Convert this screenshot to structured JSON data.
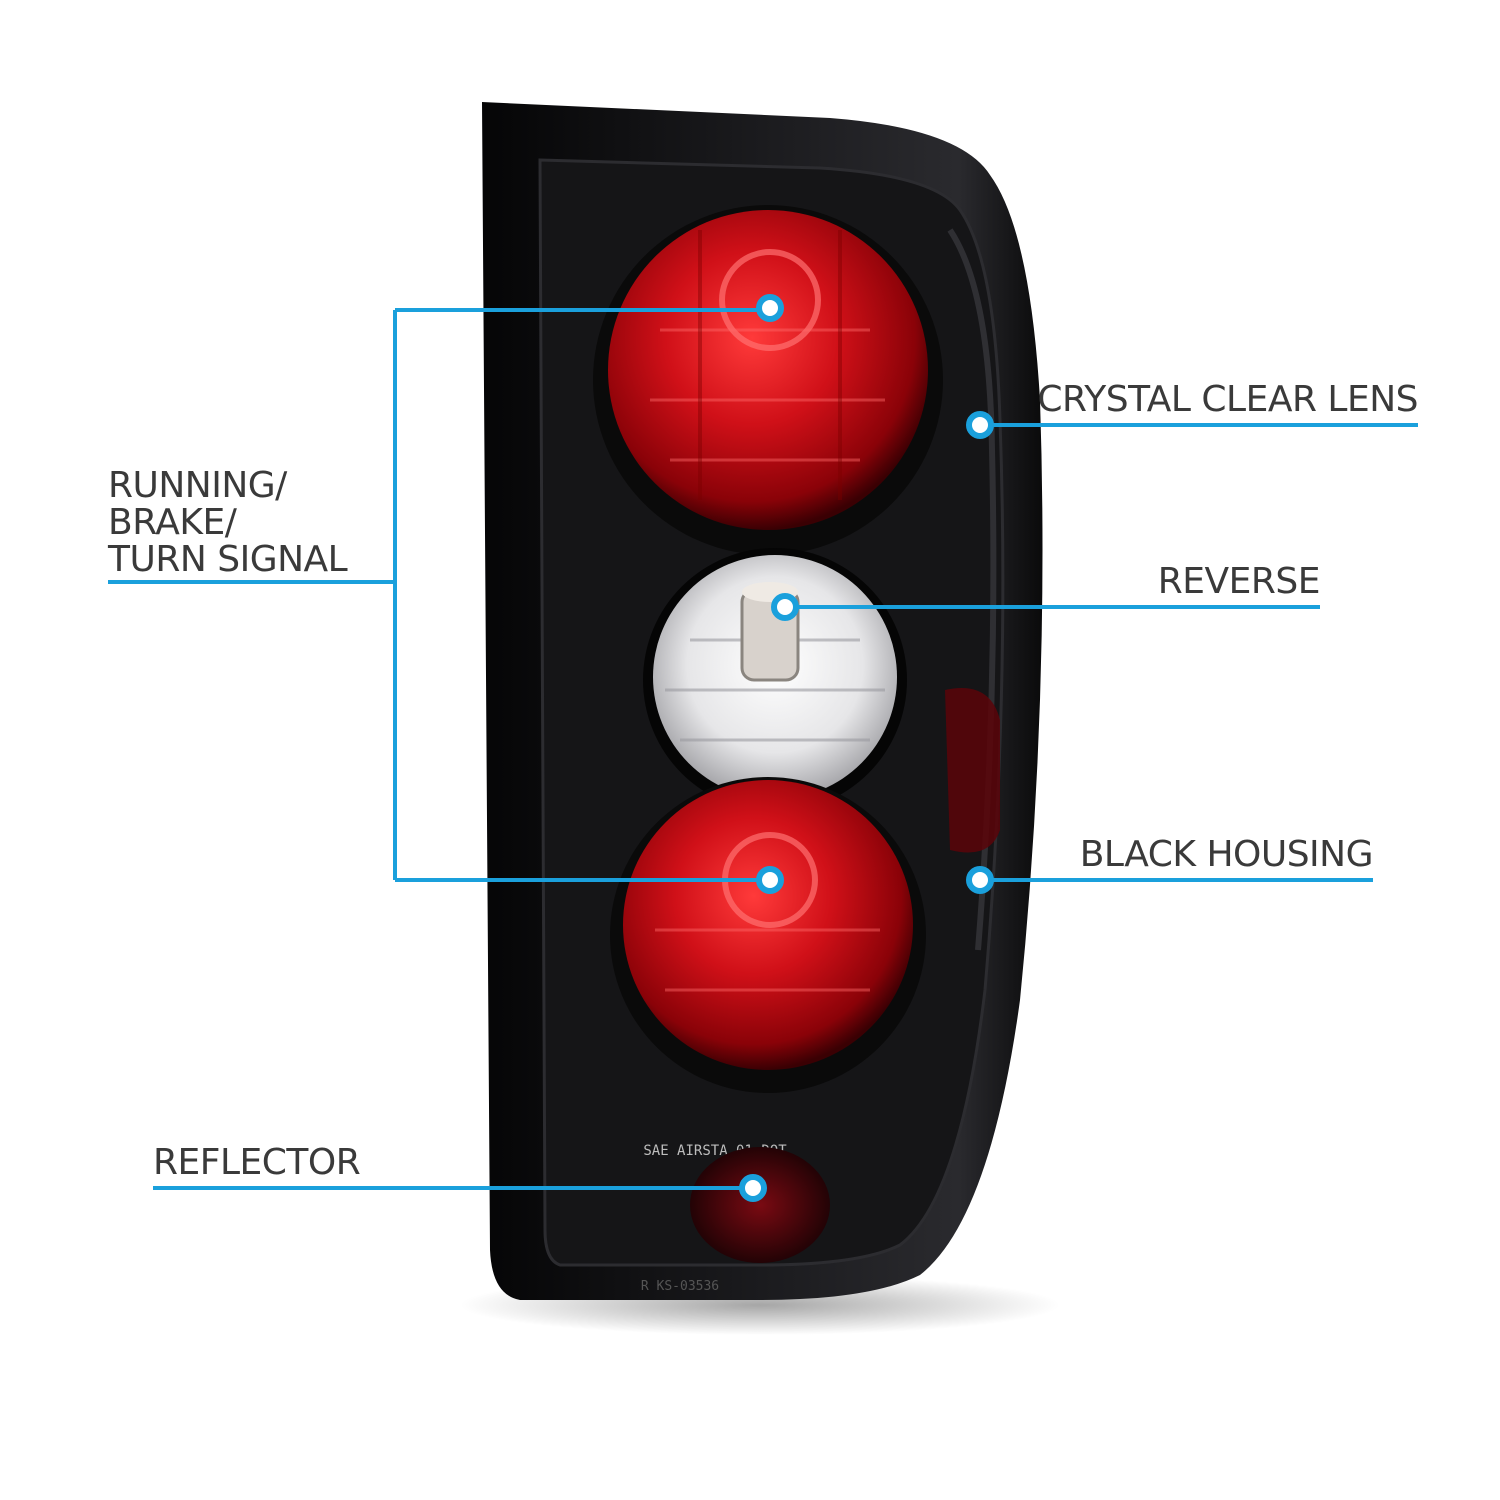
{
  "colors": {
    "accent_line": "#1aa0dc",
    "housing": "#0c0c0e",
    "lens_red": "#c8101a",
    "reverse_lens": "#e8e8ea"
  },
  "product": {
    "lens_marking_top": "SAE AIRSTA 01 DOT",
    "lens_marking_bottom": "R KS-03536"
  },
  "callouts": {
    "running_brake_turn": {
      "lines": [
        "RUNNING/",
        "BRAKE/",
        "TURN SIGNAL"
      ]
    },
    "crystal_clear_lens": {
      "label": "CRYSTAL CLEAR LENS"
    },
    "reverse": {
      "label": "REVERSE"
    },
    "black_housing": {
      "label": "BLACK HOUSING"
    },
    "reflector": {
      "label": "REFLECTOR"
    }
  }
}
